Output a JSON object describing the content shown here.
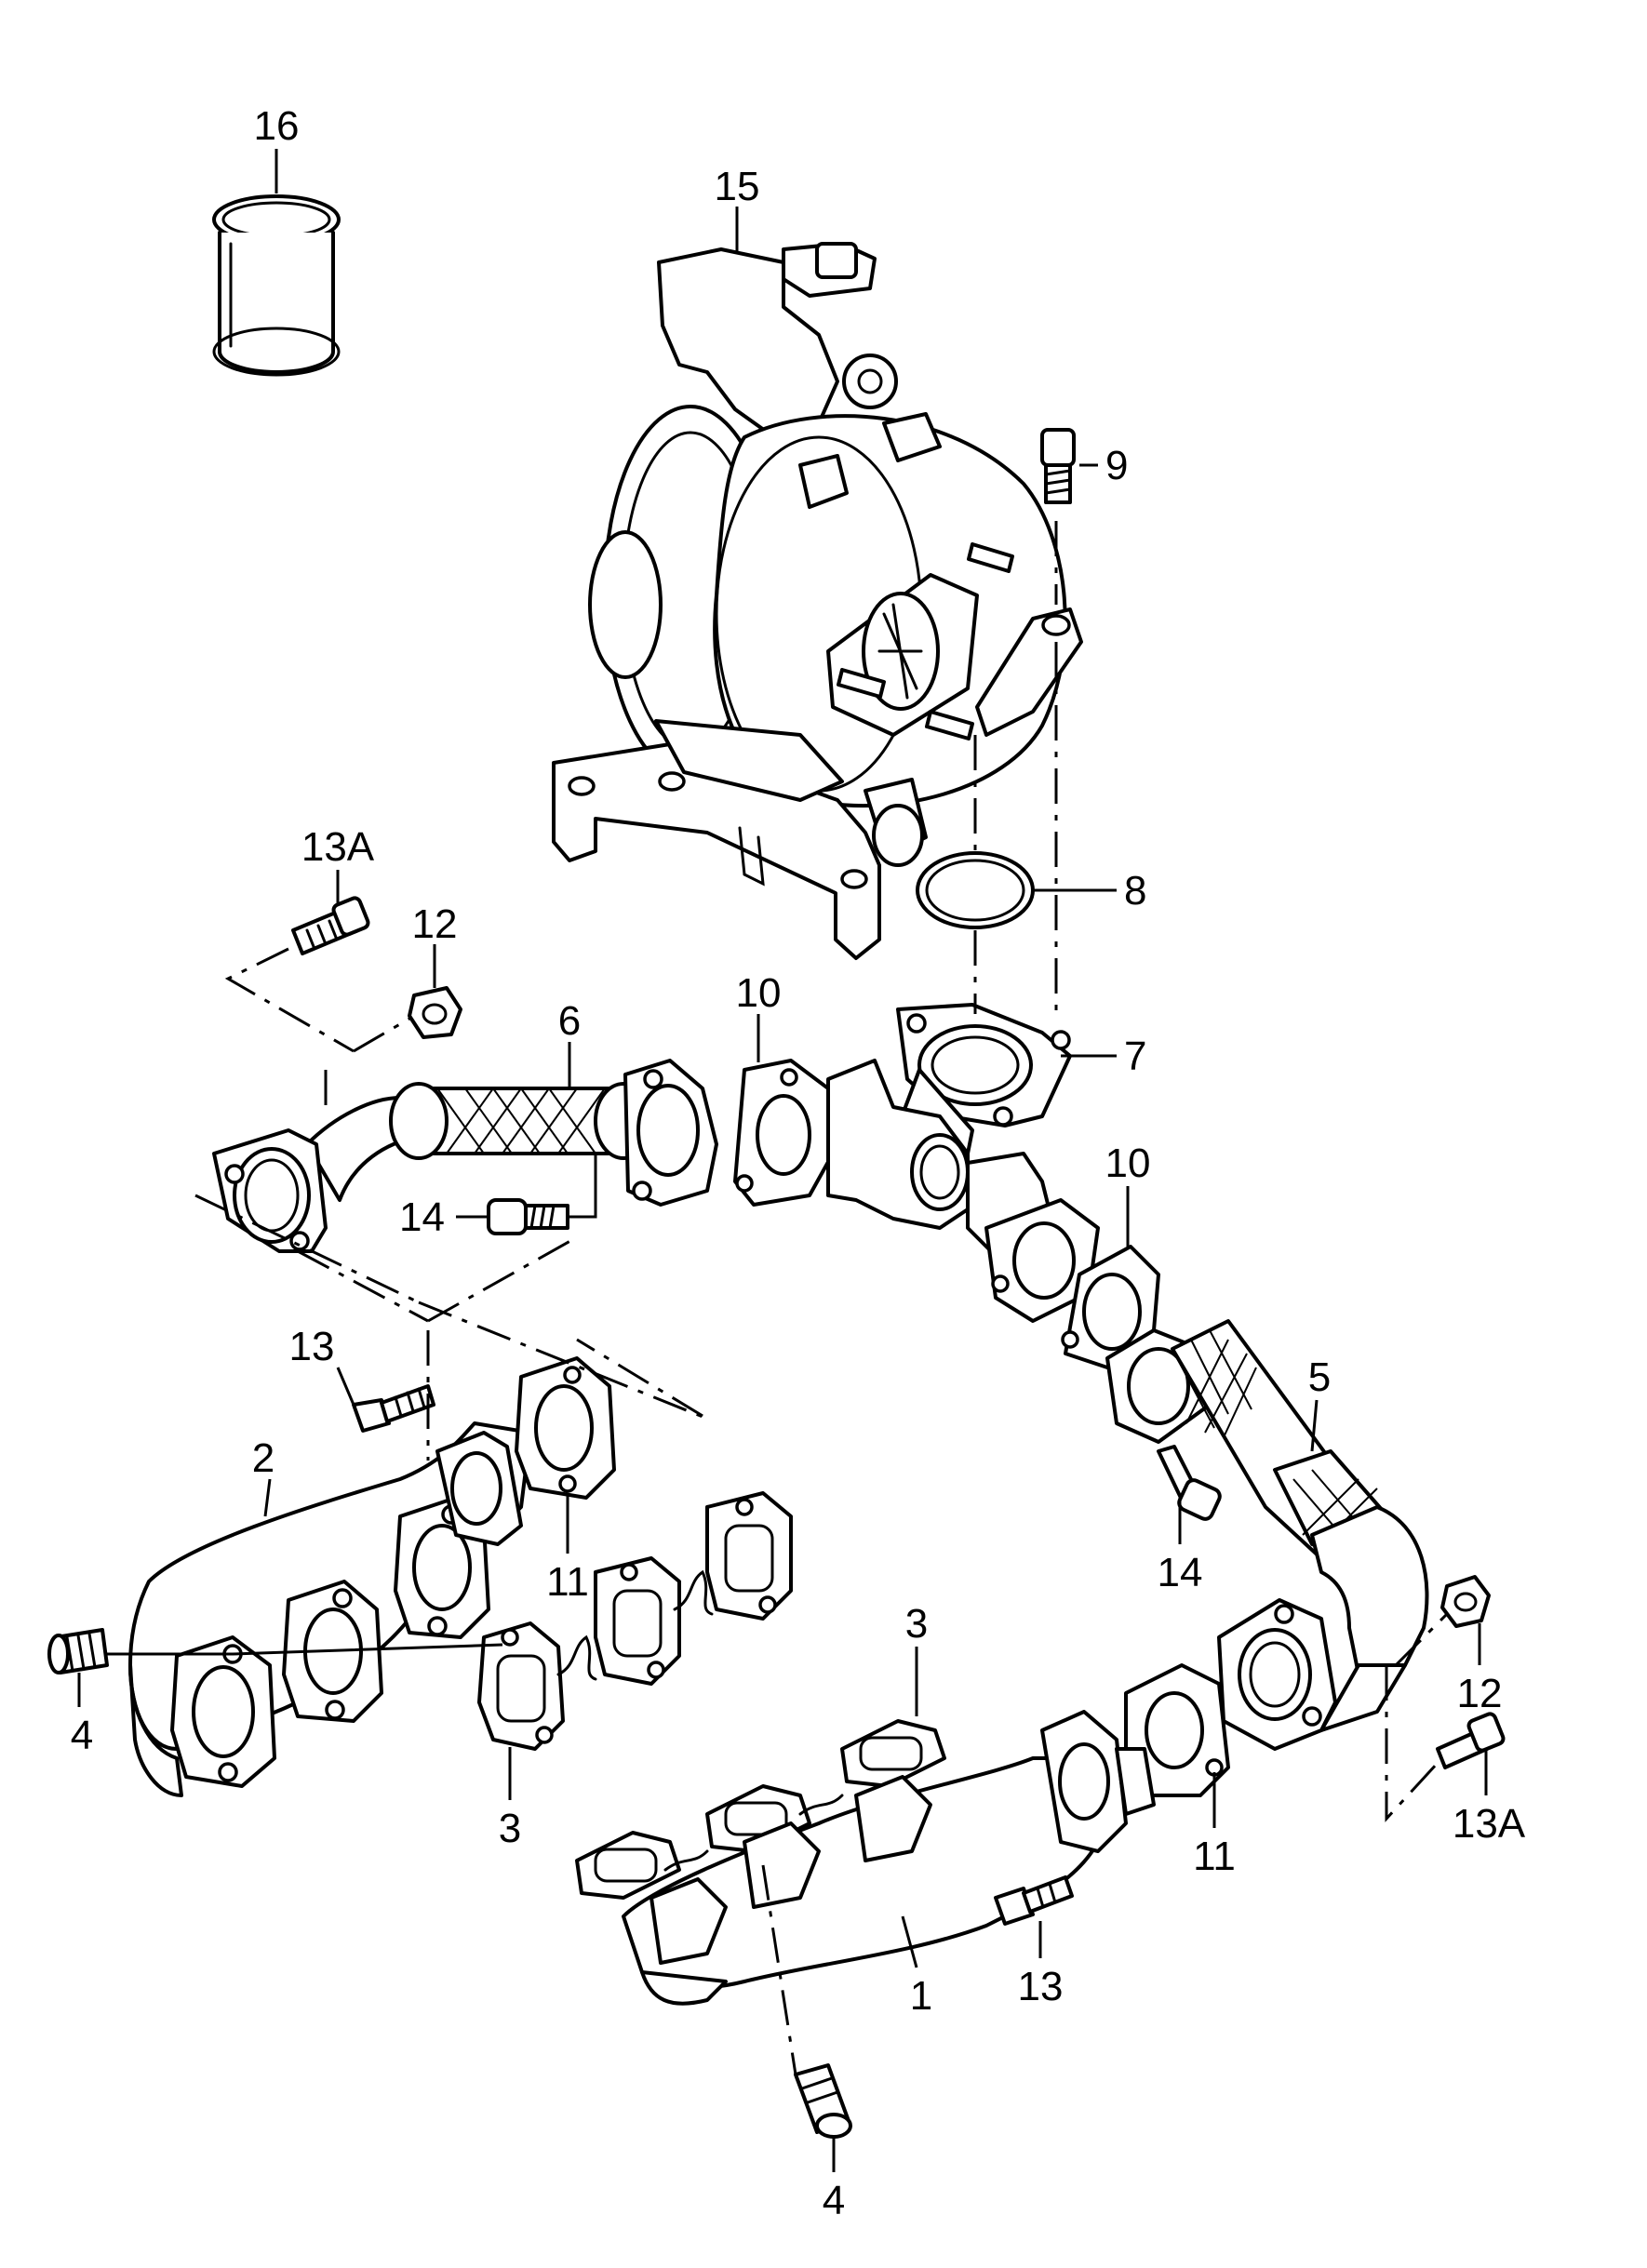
{
  "diagram": {
    "callouts": [
      {
        "id": "c16",
        "text": "16"
      },
      {
        "id": "c15",
        "text": "15"
      },
      {
        "id": "c9",
        "text": "9"
      },
      {
        "id": "c8",
        "text": "8"
      },
      {
        "id": "c7",
        "text": "7"
      },
      {
        "id": "c13A_top",
        "text": "13A"
      },
      {
        "id": "c12_top",
        "text": "12"
      },
      {
        "id": "c6",
        "text": "6"
      },
      {
        "id": "c10_left",
        "text": "10"
      },
      {
        "id": "c10_right",
        "text": "10"
      },
      {
        "id": "c14_left",
        "text": "14"
      },
      {
        "id": "c13_left",
        "text": "13"
      },
      {
        "id": "c2",
        "text": "2"
      },
      {
        "id": "c11_left",
        "text": "11"
      },
      {
        "id": "c5",
        "text": "5"
      },
      {
        "id": "c14_right",
        "text": "14"
      },
      {
        "id": "c4_left",
        "text": "4"
      },
      {
        "id": "c3_right",
        "text": "3"
      },
      {
        "id": "c3_left",
        "text": "3"
      },
      {
        "id": "c12_right",
        "text": "12"
      },
      {
        "id": "c11_right",
        "text": "11"
      },
      {
        "id": "c13A_bottom",
        "text": "13A"
      },
      {
        "id": "c13_bottom",
        "text": "13"
      },
      {
        "id": "c1",
        "text": "1"
      },
      {
        "id": "c4_bottom",
        "text": "4"
      }
    ]
  }
}
